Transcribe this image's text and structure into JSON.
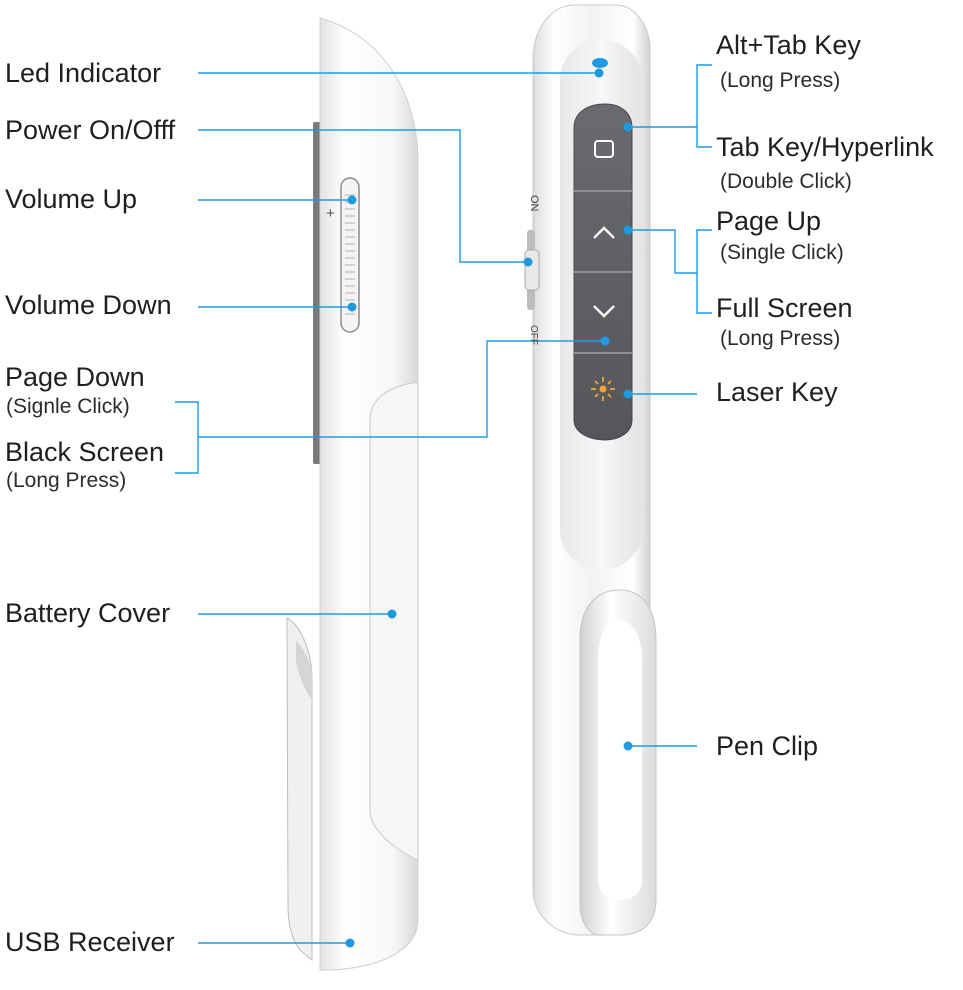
{
  "labels": {
    "led_indicator": "Led Indicator",
    "power": "Power On/Offf",
    "volume_up": "Volume Up",
    "volume_down": "Volume Down",
    "page_down": "Page Down",
    "page_down_sub": "(Signle Click)",
    "black_screen": "Black Screen",
    "black_screen_sub": "(Long Press)",
    "battery_cover": "Battery Cover",
    "usb_receiver": "USB Receiver",
    "alt_tab": "Alt+Tab Key",
    "alt_tab_sub": "(Long Press)",
    "tab_key": "Tab Key/Hyperlink",
    "tab_key_sub": "(Double Click)",
    "page_up": "Page Up",
    "page_up_sub": "(Single Click)",
    "full_screen": "Full Screen",
    "full_screen_sub": "(Long Press)",
    "laser_key": "Laser Key",
    "pen_clip": "Pen Clip"
  },
  "device_marks": {
    "plus": "+",
    "on": "ON",
    "off": "OFF"
  },
  "colors": {
    "callout": "#1e9be0",
    "button": "#5d5e61",
    "body": "#f1f1f1",
    "laser": "#f4a23a",
    "led": "#1e9be0"
  },
  "icons": [
    "square-icon",
    "chevron-up-icon",
    "chevron-down-icon",
    "laser-icon"
  ]
}
